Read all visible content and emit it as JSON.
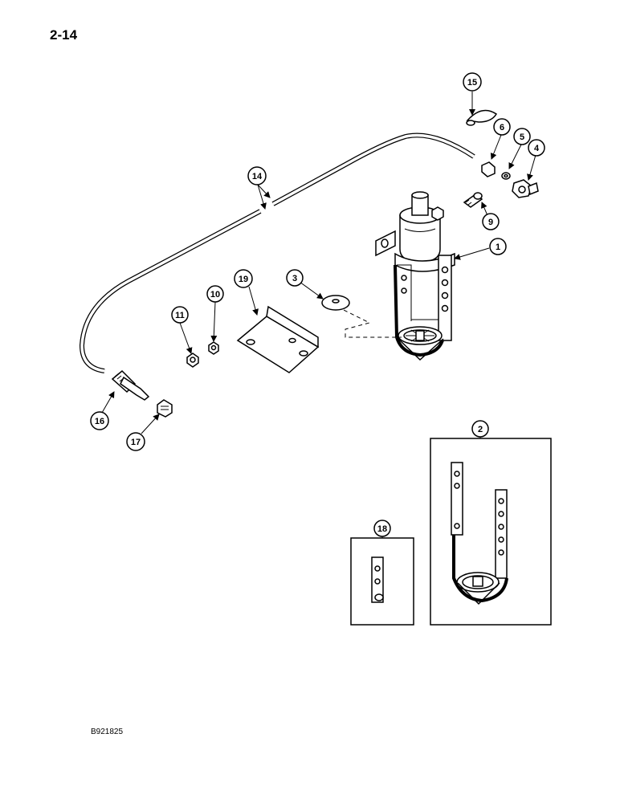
{
  "page_number": "2-14",
  "figure_code": "B921825",
  "callouts": {
    "c1": "1",
    "c2": "2",
    "c3": "3",
    "c4": "4",
    "c5": "5",
    "c6": "6",
    "c9": "9",
    "c10": "10",
    "c11": "11",
    "c14": "14",
    "c15": "15",
    "c16": "16",
    "c17": "17",
    "c18": "18",
    "c19": "19"
  }
}
